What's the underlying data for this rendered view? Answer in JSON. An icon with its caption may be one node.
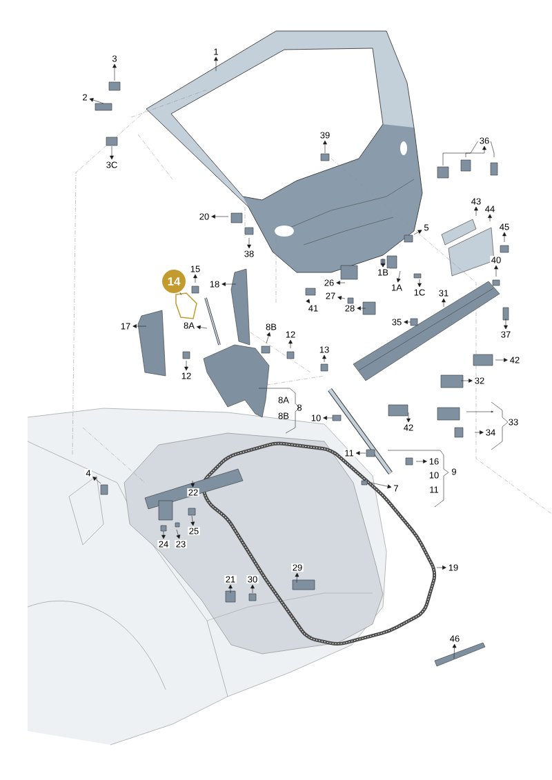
{
  "diagram": {
    "nodes": [
      {
        "text": [
          "1"
        ]
      },
      {
        "text": [
          "2"
        ]
      },
      {
        "text": [
          "3"
        ]
      },
      {
        "text": [
          "3C"
        ]
      },
      {
        "text": [
          "39"
        ]
      },
      {
        "text": [
          "36"
        ]
      },
      {
        "text": [
          "20"
        ]
      },
      {
        "text": [
          "43"
        ]
      },
      {
        "text": [
          "44"
        ]
      },
      {
        "text": [
          "45"
        ]
      },
      {
        "text": [
          "5"
        ]
      },
      {
        "text": [
          "38"
        ]
      },
      {
        "text": [
          "40"
        ]
      },
      {
        "text": [
          "15"
        ]
      },
      {
        "text": [
          "14"
        ]
      },
      {
        "text": [
          "18"
        ]
      },
      {
        "text": [
          "1B"
        ]
      },
      {
        "text": [
          "1A"
        ]
      },
      {
        "text": [
          "1C"
        ]
      },
      {
        "text": [
          "26"
        ]
      },
      {
        "text": [
          "27"
        ]
      },
      {
        "text": [
          "41"
        ]
      },
      {
        "text": [
          "28"
        ]
      },
      {
        "text": [
          "31"
        ]
      },
      {
        "text": [
          "35"
        ]
      },
      {
        "text": [
          "37"
        ]
      },
      {
        "text": [
          "17"
        ]
      },
      {
        "text": [
          "8A"
        ]
      },
      {
        "text": [
          "8B"
        ]
      },
      {
        "text": [
          "12"
        ]
      },
      {
        "text": [
          "12"
        ]
      },
      {
        "text": [
          "13"
        ]
      },
      {
        "text": [
          "42"
        ]
      },
      {
        "text": [
          "32"
        ]
      },
      {
        "text": [
          "10"
        ]
      },
      {
        "text": [
          "42"
        ]
      },
      {
        "text": [
          "34"
        ]
      },
      {
        "text": [
          "11"
        ]
      },
      {
        "text": [
          "16"
        ]
      },
      {
        "text": [
          "7"
        ]
      },
      {
        "text": [
          "4"
        ]
      },
      {
        "text": [
          "22"
        ]
      },
      {
        "text": [
          "25"
        ]
      },
      {
        "text": [
          "24"
        ]
      },
      {
        "text": [
          "23"
        ]
      },
      {
        "text": [
          "19"
        ]
      },
      {
        "text": [
          "21"
        ]
      },
      {
        "text": [
          "30"
        ]
      },
      {
        "text": [
          "29"
        ]
      },
      {
        "text": [
          "46"
        ]
      }
    ],
    "edges": [
      {
        "from": null,
        "to": 0,
        "arrow": "to"
      },
      {
        "from": null,
        "to": 1,
        "arrow": "to"
      },
      {
        "from": null,
        "to": 2,
        "arrow": "to"
      },
      {
        "from": null,
        "to": 3,
        "arrow": "to"
      },
      {
        "from": null,
        "to": 4,
        "arrow": "to"
      },
      {
        "from": null,
        "to": 5,
        "arrow": "none"
      },
      {
        "from": null,
        "to": 5,
        "arrow": "to"
      },
      {
        "from": null,
        "to": 5,
        "arrow": "none"
      },
      {
        "from": null,
        "to": 6,
        "arrow": "to"
      },
      {
        "from": null,
        "to": 7,
        "arrow": "to"
      },
      {
        "from": null,
        "to": 8,
        "arrow": "to"
      },
      {
        "from": null,
        "to": 9,
        "arrow": "to"
      },
      {
        "from": null,
        "to": 10,
        "arrow": "to"
      },
      {
        "from": null,
        "to": 11,
        "arrow": "to"
      },
      {
        "from": null,
        "to": 12,
        "arrow": "to"
      },
      {
        "from": null,
        "to": 13,
        "arrow": "to"
      },
      {
        "from": null,
        "to": 14,
        "arrow": "none"
      },
      {
        "from": null,
        "to": 15,
        "arrow": "to"
      },
      {
        "from": null,
        "to": 16,
        "arrow": "to"
      },
      {
        "from": null,
        "to": 17,
        "arrow": "to"
      },
      {
        "from": null,
        "to": 18,
        "arrow": "to"
      },
      {
        "from": null,
        "to": 19,
        "arrow": "to"
      },
      {
        "from": null,
        "to": 20,
        "arrow": "to"
      },
      {
        "from": null,
        "to": 21,
        "arrow": "to"
      },
      {
        "from": null,
        "to": 22,
        "arrow": "to"
      },
      {
        "from": null,
        "to": 23,
        "arrow": "to"
      },
      {
        "from": null,
        "to": 24,
        "arrow": "to"
      },
      {
        "from": null,
        "to": 25,
        "arrow": "to"
      },
      {
        "from": null,
        "to": 26,
        "arrow": "to"
      },
      {
        "from": null,
        "to": 27,
        "arrow": "to"
      },
      {
        "from": null,
        "to": 28,
        "arrow": "to"
      },
      {
        "from": null,
        "to": 29,
        "arrow": "to"
      },
      {
        "from": null,
        "to": 30,
        "arrow": "to"
      },
      {
        "from": null,
        "to": 31,
        "arrow": "to"
      },
      {
        "from": null,
        "to": 32,
        "arrow": "to"
      },
      {
        "from": null,
        "to": 33,
        "arrow": "to"
      },
      {
        "from": null,
        "to": 34,
        "arrow": "to"
      },
      {
        "from": null,
        "to": 35,
        "arrow": "to"
      },
      {
        "from": null,
        "to": 36,
        "arrow": "to"
      },
      {
        "from": null,
        "to": 37,
        "arrow": "to"
      },
      {
        "from": null,
        "to": 38,
        "arrow": "to"
      },
      {
        "from": null,
        "to": 39,
        "arrow": "to"
      },
      {
        "from": null,
        "to": 40,
        "arrow": "to"
      },
      {
        "from": null,
        "to": 41,
        "arrow": "to"
      },
      {
        "from": null,
        "to": 42,
        "arrow": "to"
      },
      {
        "from": null,
        "to": 43,
        "arrow": "to"
      },
      {
        "from": null,
        "to": 44,
        "arrow": "to"
      },
      {
        "from": null,
        "to": 45,
        "arrow": "to"
      },
      {
        "from": null,
        "to": 46,
        "arrow": "to"
      },
      {
        "from": null,
        "to": 47,
        "arrow": "to"
      },
      {
        "from": null,
        "to": 48,
        "arrow": "to"
      },
      {
        "from": null,
        "to": 49,
        "arrow": "to"
      }
    ],
    "labels": [
      "8A",
      "8B",
      "8",
      "10",
      "11",
      "9",
      "33"
    ]
  }
}
